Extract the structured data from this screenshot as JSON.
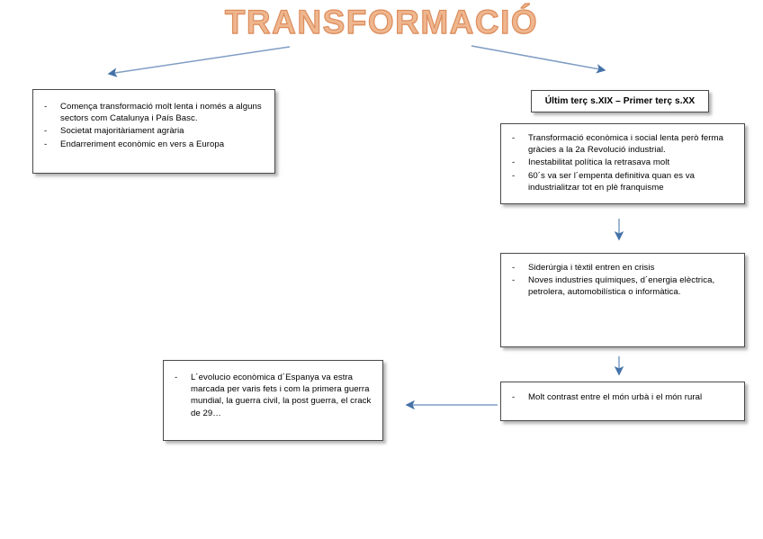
{
  "title": "TRANSFORMACIÓ",
  "colors": {
    "title_fill": "#EFB68E",
    "title_outline": "#DC8D5C",
    "arrow": "#4472A8",
    "box_border": "#4a4a4a",
    "background": "#FFFFFF"
  },
  "nodes": {
    "left": {
      "name": "initial-situation",
      "bullets": [
        "Comença transformació molt lenta i només a alguns sectors com Catalunya i País Basc.",
        "Societat majoritàriament agrària",
        "Endarreriment econòmic en vers a Europa"
      ]
    },
    "period": {
      "name": "period-header",
      "label": "Últim terç s.XIX – Primer terç s.XX"
    },
    "economy": {
      "name": "economic-social-transformation",
      "bullets": [
        "Transformació econòmica i social lenta però ferma gràcies a la 2a Revolució industrial.",
        "Inestabilitat política la retrasava molt",
        "60´s va ser l´empenta definitiva quan es va industrialitzar tot en plè franquisme"
      ]
    },
    "industry": {
      "name": "industry-changes",
      "bullets": [
        "Siderúrgia i tèxtil entren en crisis",
        "Noves industries químiques, d´energia elèctrica, petrolera, automobilística o informàtica."
      ]
    },
    "contrast": {
      "name": "urban-rural-contrast",
      "bullets": [
        "Molt contrast entre el món urbà i el món rural"
      ]
    },
    "evolution": {
      "name": "spain-economic-evolution",
      "bullets": [
        "L´evolucio econòmica d´Espanya va estra marcada per varis fets i com la primera guerra mundial, la guerra civil, la post guerra, el crack de 29…"
      ]
    }
  },
  "bullet_marker": "-",
  "arrows": [
    {
      "name": "arrow-title-to-left",
      "from": "title",
      "to": "left"
    },
    {
      "name": "arrow-title-to-period",
      "from": "title",
      "to": "period"
    },
    {
      "name": "arrow-economy-to-industry",
      "from": "economy",
      "to": "industry"
    },
    {
      "name": "arrow-industry-to-contrast",
      "from": "industry",
      "to": "contrast"
    },
    {
      "name": "arrow-contrast-to-evolution",
      "from": "contrast",
      "to": "evolution"
    }
  ]
}
